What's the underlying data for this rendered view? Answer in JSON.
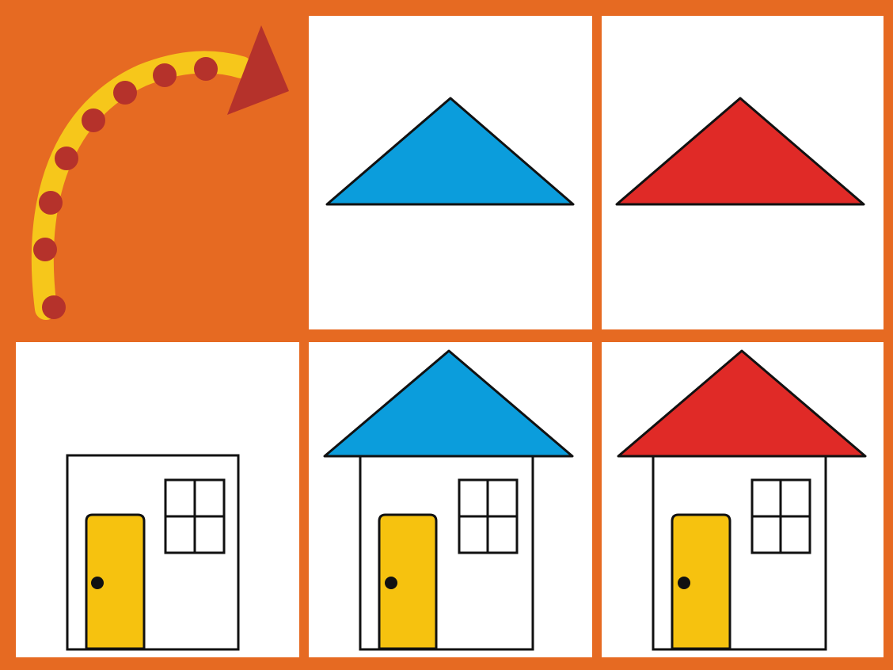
{
  "colors": {
    "frame": "#E66A22",
    "panel": "#FFFFFF",
    "arrow_path": "#F6C71B",
    "arrow_dots": "#B5322B",
    "arrow_head": "#B5322B",
    "roof_left": "#0B9DDC",
    "roof_right": "#E02A27",
    "door": "#F6C20F",
    "outline": "#111111"
  },
  "panels": [
    {
      "name": "arrow-panel",
      "content": "dotted-curved-arrow-icon"
    },
    {
      "name": "blue-roof-panel",
      "content": "blue-roof"
    },
    {
      "name": "red-roof-panel",
      "content": "red-roof"
    },
    {
      "name": "house-without-roof-panel",
      "content": "house-body"
    },
    {
      "name": "house-blue-roof-panel",
      "content": "house-body-with-blue-roof"
    },
    {
      "name": "house-red-roof-panel",
      "content": "house-body-with-red-roof"
    }
  ]
}
